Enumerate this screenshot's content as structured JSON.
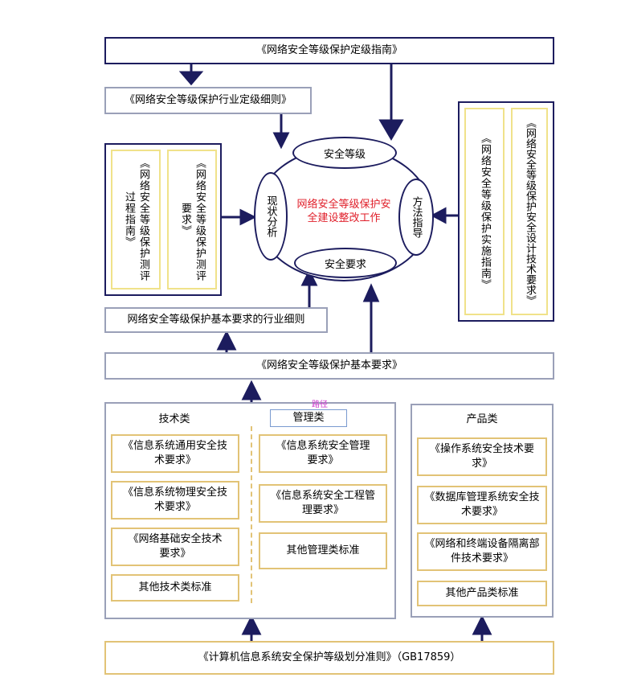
{
  "top_guide": "《网络安全等级保护定级指南》",
  "industry_grading": "《网络安全等级保护行业定级细则》",
  "center_title": "网络安全等级保护安全建设整改工作",
  "ovals": {
    "top": "安全等级",
    "left": "现状分析",
    "right": "方法指导",
    "bottom": "安全要求"
  },
  "left_panel": {
    "process_guide": "《网络安全等级保护测评过程指南》",
    "eval_req": "《网络安全等级保护测评要求》"
  },
  "right_panel": {
    "impl_guide": "《网络安全等级保护实施指南》",
    "design_req": "《网络安全等级保护安全设计技术要求》"
  },
  "basic_industry": "网络安全等级保护基本要求的行业细则",
  "basic_req": "《网络安全等级保护基本要求》",
  "tech": {
    "heading": "技术类",
    "items": [
      "《信息系统通用安全技术要求》",
      "《信息系统物理安全技术要求》",
      "《网络基础安全技术要求》",
      "其他技术类标准"
    ]
  },
  "mgmt": {
    "heading": "管理类",
    "tag": "路径",
    "items": [
      "《信息系统安全管理要求》",
      "《信息系统安全工程管理要求》",
      "其他管理类标准"
    ]
  },
  "product": {
    "heading": "产品类",
    "items": [
      "《操作系统安全技术要求》",
      "《数据库管理系统安全技术要求》",
      "《网络和终端设备隔离部件技术要求》",
      "其他产品类标准"
    ]
  },
  "bottom_std": "《计算机信息系统安全保护等级划分准则》（GB17859）",
  "colors": {
    "navy": "#1c1c5e",
    "gold": "#e2c376",
    "red": "#e01f2a",
    "magenta": "#cc33cc"
  }
}
